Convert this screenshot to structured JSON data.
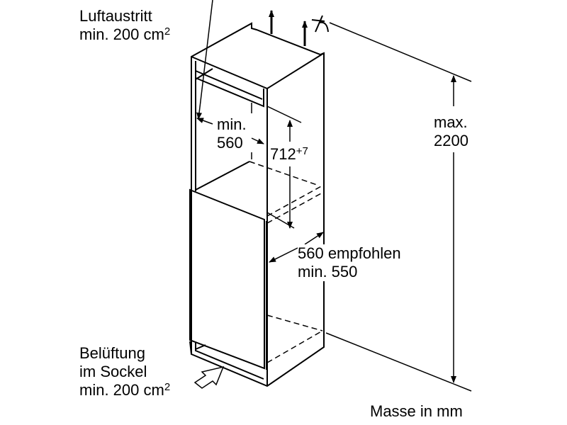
{
  "labels": {
    "air_outlet_line1": "Luftaustritt",
    "air_outlet_line2": "min. 200 cm",
    "air_outlet_sup": "2",
    "niche_width_line1": "min.",
    "niche_width_line2": "560",
    "niche_height": "712",
    "niche_height_tol": "+7",
    "max_height_line1": "max.",
    "max_height_line2": "2200",
    "depth_line1": "560 empfohlen",
    "depth_line2": "min. 550",
    "plinth_line1": "Belüftung",
    "plinth_line2": "im Sockel",
    "plinth_line3": "min. 200 cm",
    "plinth_sup": "2",
    "units": "Masse in mm"
  },
  "colors": {
    "stroke": "#000000",
    "background": "#ffffff"
  }
}
